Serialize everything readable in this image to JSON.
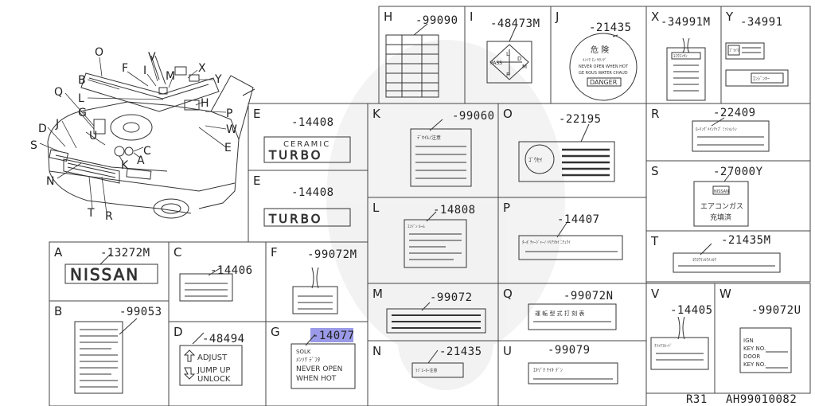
{
  "cells": [
    {
      "id": "H",
      "letter": "H",
      "part": "99090"
    },
    {
      "id": "I",
      "letter": "I",
      "part": "48473M"
    },
    {
      "id": "J",
      "letter": "J",
      "part": "21435"
    },
    {
      "id": "X",
      "letter": "X",
      "part": "34991M"
    },
    {
      "id": "Y",
      "letter": "Y",
      "part": "34991"
    },
    {
      "id": "E1",
      "letter": "E",
      "part": "14408"
    },
    {
      "id": "K",
      "letter": "K",
      "part": "99060"
    },
    {
      "id": "O",
      "letter": "O",
      "part": "22195"
    },
    {
      "id": "R",
      "letter": "R",
      "part": "22409"
    },
    {
      "id": "E2",
      "letter": "E",
      "part": "14408"
    },
    {
      "id": "S",
      "letter": "S",
      "part": "27000Y"
    },
    {
      "id": "L",
      "letter": "L",
      "part": "14808"
    },
    {
      "id": "P",
      "letter": "P",
      "part": "14407"
    },
    {
      "id": "A",
      "letter": "A",
      "part": "13272M"
    },
    {
      "id": "C",
      "letter": "C",
      "part": "14406"
    },
    {
      "id": "F",
      "letter": "F",
      "part": "99072M"
    },
    {
      "id": "T",
      "letter": "T",
      "part": "21435M"
    },
    {
      "id": "M",
      "letter": "M",
      "part": "99072"
    },
    {
      "id": "Q",
      "letter": "Q",
      "part": "99072N"
    },
    {
      "id": "V",
      "letter": "V",
      "part": "14405"
    },
    {
      "id": "W",
      "letter": "W",
      "part": "99072U"
    },
    {
      "id": "B",
      "letter": "B",
      "part": "99053"
    },
    {
      "id": "D",
      "letter": "D",
      "part": "48494"
    },
    {
      "id": "G",
      "letter": "G",
      "part": "14077"
    },
    {
      "id": "N",
      "letter": "N",
      "part": "21435"
    },
    {
      "id": "U",
      "letter": "U",
      "part": "99079"
    }
  ],
  "car_callouts": [
    "O",
    "F",
    "V",
    "X",
    "I",
    "M",
    "Y",
    "B",
    "L",
    "Q",
    "H",
    "P",
    "G",
    "W",
    "D",
    "J",
    "U",
    "C",
    "S",
    "K",
    "A",
    "E",
    "N",
    "T",
    "R"
  ],
  "label_texts": {
    "A_logo": "NISSAN",
    "E1_top": "CERAMIC",
    "E1_main": "TURBO",
    "E2_main": "TURBO",
    "D_line1": "ADJUST",
    "D_line2": "JUMP UP",
    "D_line3": "UNLOCK",
    "G_line1": "SOLK",
    "G_line2": "ﾒﾝｿｸ ﾃﾞﾌﾀ",
    "G_line3": "NEVER OPEN",
    "G_line4": "WHEN HOT",
    "J_title": "危 険",
    "J_line1": "ﾒﾝｿｸ ｴﾝ ｻｸﾉﾃﾞ",
    "J_line2": "NEVER OPEN WHEN HOT",
    "J_line3": "GE ROUS WATER CHAUD",
    "J_danger": "DANGER",
    "I_l": "L",
    "I_pass": "PASS",
    "I_d": "D",
    "I_r": "R",
    "I_m": "M",
    "O_seal": "ｺﾞｳｾｲ",
    "K_title": "ﾃﾞｾｲﾙﾉ注意",
    "S_logo": "NISSAN",
    "S_line1": "エアコンガス",
    "S_line2": "充填済",
    "Q_text": "運 転 型 式  打 刻 表",
    "W_line1": "IGN",
    "W_line2": "KEY NO.",
    "W_line3": "DOOR",
    "W_line4": "KEY NO.",
    "X_tag": "ﾖｺｳｴﾝｾﾝ",
    "Y_tag1": "ﾌﾟﾗｲﾏ",
    "Y_tag2": "ｴﾝｼﾞﾝｷｰ",
    "T_text": "ﾖｳｺｳﾏﾝﾙｳﾒﾝﾙｳ",
    "P_text": "ﾀｰﾎﾞﾁｬｰｼﾞｬｰﾉ ﾄﾘｱﾂｶｲ ﾆﾁｭｳｲ",
    "R_text": "ﾛｰﾘﾝｸﾞﾒｲﾝｱｯﾌﾟ ﾐｯｼｮﾝｼﾝ",
    "N_text": "ﾗｼﾞｴｰﾀｰ注意",
    "U_text": "ｴｷｿﾞｸ ｹｲｷ ﾃﾞﾝ",
    "L_text": "ｴﾝｼﾞﾝ ﾙｰﾑ",
    "V_text": "ｸﾗｯﾁﾌﾙｰﾄﾞ"
  },
  "footer": {
    "model": "R31",
    "code": "AH99010082"
  }
}
